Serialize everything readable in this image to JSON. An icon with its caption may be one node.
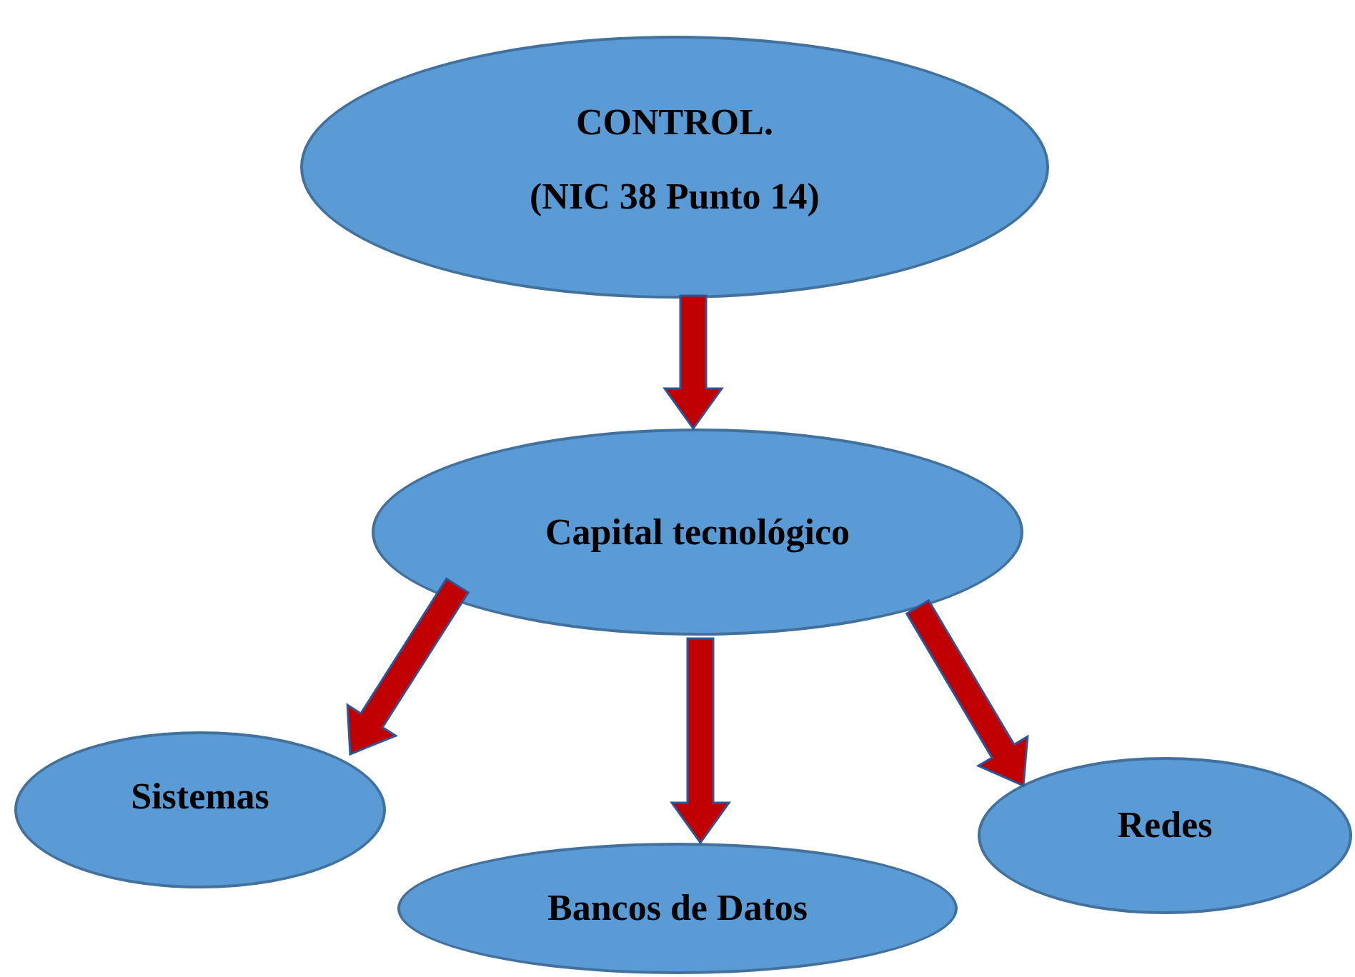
{
  "diagram": {
    "nodes": [
      {
        "text": [
          "CONTROL.",
          "(NIC 38 Punto 14)"
        ]
      },
      {
        "text": [
          "Capital tecnológico"
        ]
      },
      {
        "text": [
          "Sistemas"
        ]
      },
      {
        "text": [
          "Bancos de Datos"
        ]
      },
      {
        "text": [
          "Redes"
        ]
      }
    ],
    "edges": [
      {
        "from": 0,
        "to": 1,
        "arrow": "to"
      },
      {
        "from": 1,
        "to": 2,
        "arrow": "to"
      },
      {
        "from": 1,
        "to": 3,
        "arrow": "to"
      },
      {
        "from": 1,
        "to": 4,
        "arrow": "to"
      }
    ]
  }
}
